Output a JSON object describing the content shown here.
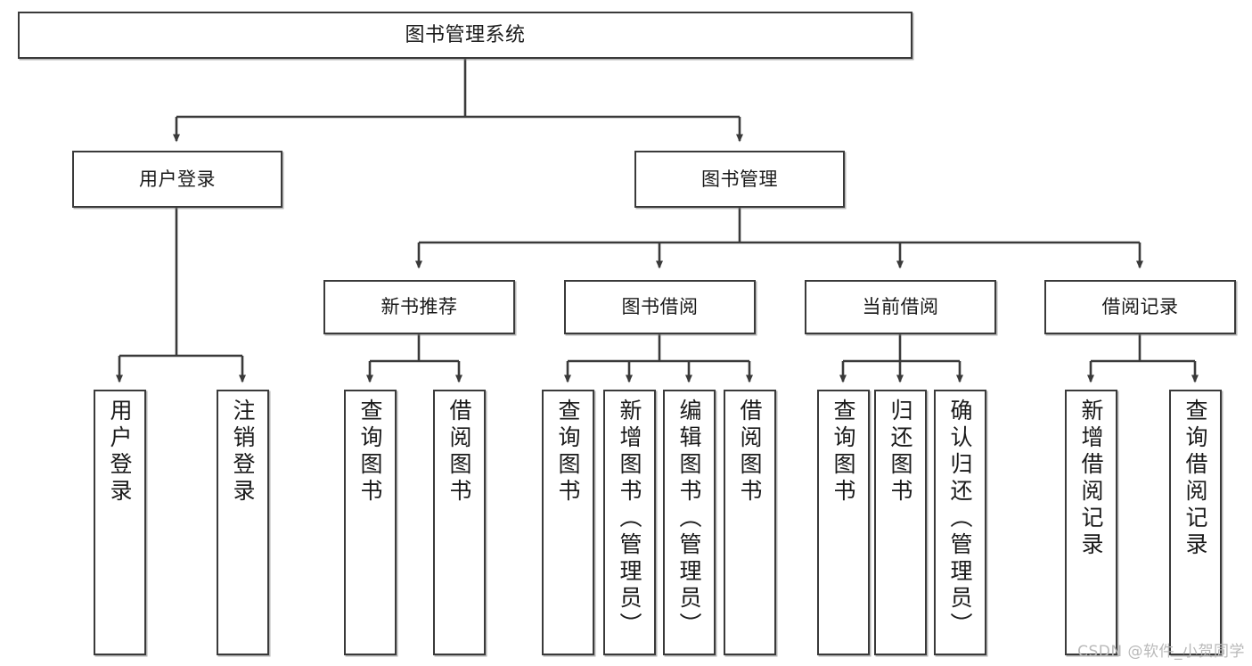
{
  "diagram": {
    "type": "tree",
    "title": "图书管理系统",
    "watermark": "CSDN @软件_小贺同学",
    "colors": {
      "box_border": "#3a3a3a",
      "box_fill": "#ffffff",
      "edge": "#3a3a3a",
      "watermark": "#b9b9b9"
    },
    "nodes": {
      "root": {
        "label": "图书管理系统"
      },
      "level2": [
        {
          "label": "用户登录"
        },
        {
          "label": "图书管理"
        }
      ],
      "level3": [
        {
          "label": "新书推荐"
        },
        {
          "label": "图书借阅"
        },
        {
          "label": "当前借阅"
        },
        {
          "label": "借阅记录"
        }
      ],
      "leaves": {
        "user_login": [
          {
            "label": "用户登录"
          },
          {
            "label": "注销登录"
          }
        ],
        "new_book_recommend": [
          {
            "label": "查询图书"
          },
          {
            "label": "借阅图书"
          }
        ],
        "book_borrow": [
          {
            "label": "查询图书"
          },
          {
            "label": "新增图书（管理员）"
          },
          {
            "label": "编辑图书（管理员）"
          },
          {
            "label": "借阅图书"
          }
        ],
        "current_borrow": [
          {
            "label": "查询图书"
          },
          {
            "label": "归还图书"
          },
          {
            "label": "确认归还（管理员）"
          }
        ],
        "borrow_records": [
          {
            "label": "新增借阅记录"
          },
          {
            "label": "查询借阅记录"
          }
        ]
      }
    }
  }
}
